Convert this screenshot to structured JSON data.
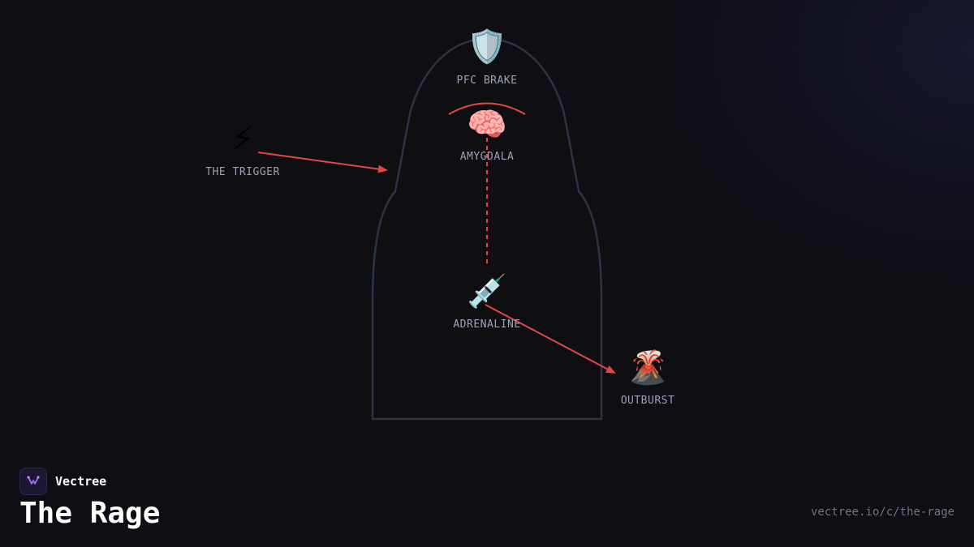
{
  "diagram": {
    "nodes": [
      {
        "id": "trigger",
        "label": "THE TRIGGER",
        "icon": "lightning-bolt",
        "glyph": "⚡"
      },
      {
        "id": "pfc",
        "label": "PFC BRAKE",
        "icon": "shield",
        "glyph": "🛡️"
      },
      {
        "id": "amygdala",
        "label": "AMYGDALA",
        "icon": "brain",
        "glyph": "🧠"
      },
      {
        "id": "adrenaline",
        "label": "ADRENALINE",
        "icon": "syringe",
        "glyph": "💉"
      },
      {
        "id": "outburst",
        "label": "OUTBURST",
        "icon": "volcano",
        "glyph": "🌋"
      }
    ],
    "colors": {
      "body_outline": "#2a3446",
      "arrow": "#e04848",
      "label": "#9aa3b8"
    }
  },
  "brand": {
    "name": "Vectree",
    "logo_icon": "vectree-logo-icon"
  },
  "page": {
    "title": "The Rage",
    "url": "vectree.io/c/the-rage"
  }
}
